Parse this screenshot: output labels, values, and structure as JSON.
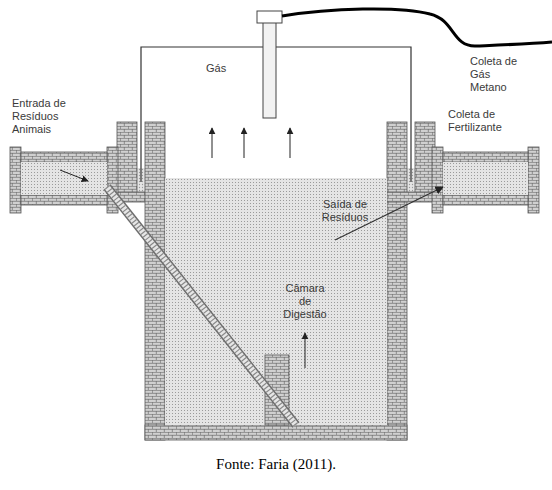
{
  "diagram": {
    "caption": "Fonte: Faria (2011).",
    "nodes": [
      {
        "text": [
          "Entrada de Resíduos Animais"
        ]
      },
      {
        "text": [
          "Saída de Resíduos",
          "Câmara de Digestão"
        ]
      },
      {
        "text": [
          "Coleta de Fertilizante"
        ]
      }
    ],
    "edges": [
      {
        "from": 0,
        "to": 1,
        "arrow": "none"
      },
      {
        "from": 1,
        "to": 2,
        "arrow": "to"
      }
    ],
    "labels": [
      "Gás",
      "Coleta de Gás Metano"
    ]
  }
}
